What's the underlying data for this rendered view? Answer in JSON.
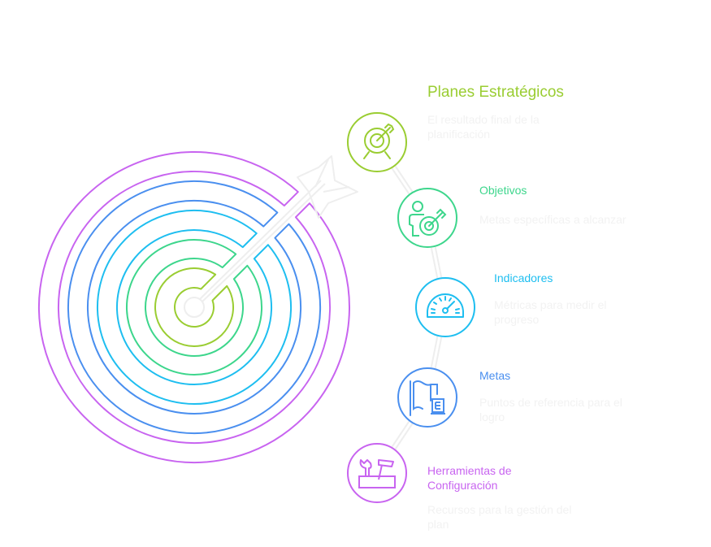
{
  "diagram": {
    "title": "Planes Estratégicos",
    "theme": "target-with-arrow",
    "steps": [
      {
        "id": "planes",
        "title": "Planes Estratégicos",
        "description": "El resultado final de la planificación",
        "description_lines": [
          "El resultado final de la",
          "planificación"
        ],
        "icon": "target-arrow-icon",
        "color": "#9ACD32"
      },
      {
        "id": "objetivos",
        "title": "Objetivos",
        "description": "Metas específicas a alcanzar",
        "description_lines": [
          "Metas específicas a alcanzar"
        ],
        "icon": "person-target-icon",
        "color": "#3DD68C"
      },
      {
        "id": "indicadores",
        "title": "Indicadores",
        "description": "Métricas para medir el progreso",
        "description_lines": [
          "Métricas para medir el",
          "progreso"
        ],
        "icon": "speedometer-icon",
        "color": "#1EBEF0"
      },
      {
        "id": "metas",
        "title": "Metas",
        "description": "Puntos de referencia para el logro",
        "description_lines": [
          "Puntos de referencia para el",
          "logro"
        ],
        "icon": "flag-map-icon",
        "color": "#4A8FEF"
      },
      {
        "id": "herramientas",
        "title": "Herramientas de Configuración",
        "title_lines": [
          "Herramientas de",
          "Configuración"
        ],
        "description": "Recursos para la gestión del plan",
        "description_lines": [
          "Recursos para la gestión del",
          "plan"
        ],
        "icon": "toolbox-icon",
        "color": "#C864F0"
      }
    ],
    "rings": [
      {
        "level": "planes",
        "color": "#9ACD32"
      },
      {
        "level": "objetivos",
        "color": "#3DD68C"
      },
      {
        "level": "indicadores",
        "color": "#1EBEF0"
      },
      {
        "level": "metas",
        "color": "#4A8FEF"
      },
      {
        "level": "herramientas",
        "color": "#C864F0"
      }
    ],
    "connector_color": "#eeeeee"
  }
}
